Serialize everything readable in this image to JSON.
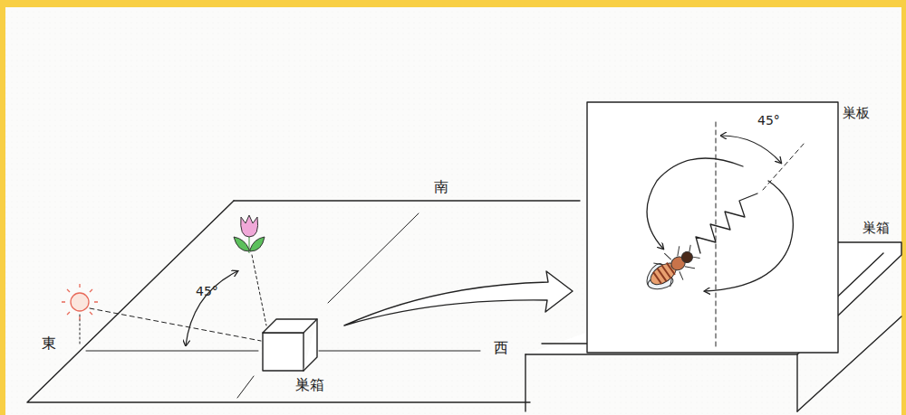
{
  "diagram": {
    "labels": [
      "南",
      "巣板",
      "45°",
      "巣箱",
      "45°",
      "東",
      "西",
      "巣箱"
    ]
  }
}
